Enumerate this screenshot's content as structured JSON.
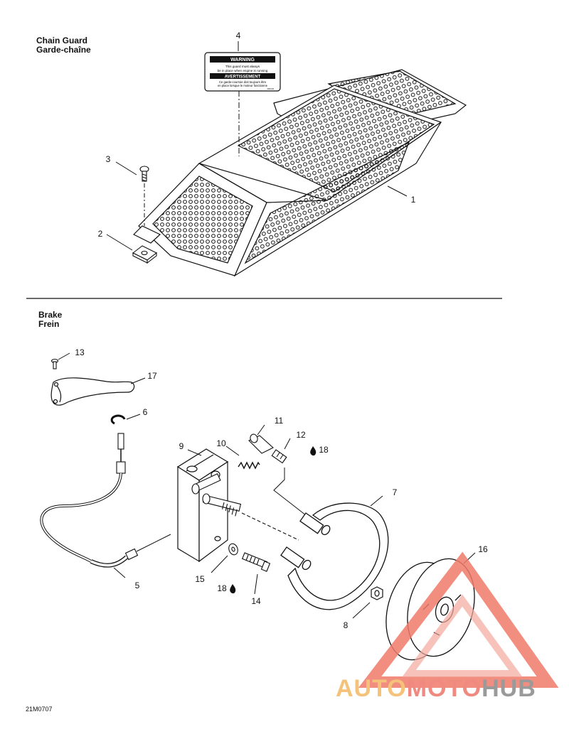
{
  "sections": {
    "chain_guard": {
      "title_en": "Chain Guard",
      "title_fr": "Garde-chaîne"
    },
    "brake": {
      "title_en": "Brake",
      "title_fr": "Frein"
    }
  },
  "warning_label": {
    "heading_en": "WARNING",
    "line1_en": "This guard must always",
    "line2_en": "be in place when engine is running",
    "heading_fr": "AVERTISSEMENT",
    "line1_fr": "Ce garde-courroie doit toujours être",
    "line2_fr": "en place lorsque le moteur fonctionne",
    "code": "000-00"
  },
  "callouts": {
    "c1": "1",
    "c2": "2",
    "c3": "3",
    "c4": "4",
    "c5": "5",
    "c6": "6",
    "c7": "7",
    "c8": "8",
    "c9": "9",
    "c10": "10",
    "c11": "11",
    "c12": "12",
    "c13": "13",
    "c14": "14",
    "c15": "15",
    "c16": "16",
    "c17": "17",
    "c18a": "18",
    "c18b": "18"
  },
  "reference_code": "21M0707",
  "watermark": {
    "part1": "AUTO",
    "part2": "MOTO",
    "part3": "HUB"
  },
  "colors": {
    "line": "#111111",
    "watermark_red": "#e8403a",
    "watermark_orange": "#f5b25a",
    "watermark_gray": "#8c8c8c"
  }
}
